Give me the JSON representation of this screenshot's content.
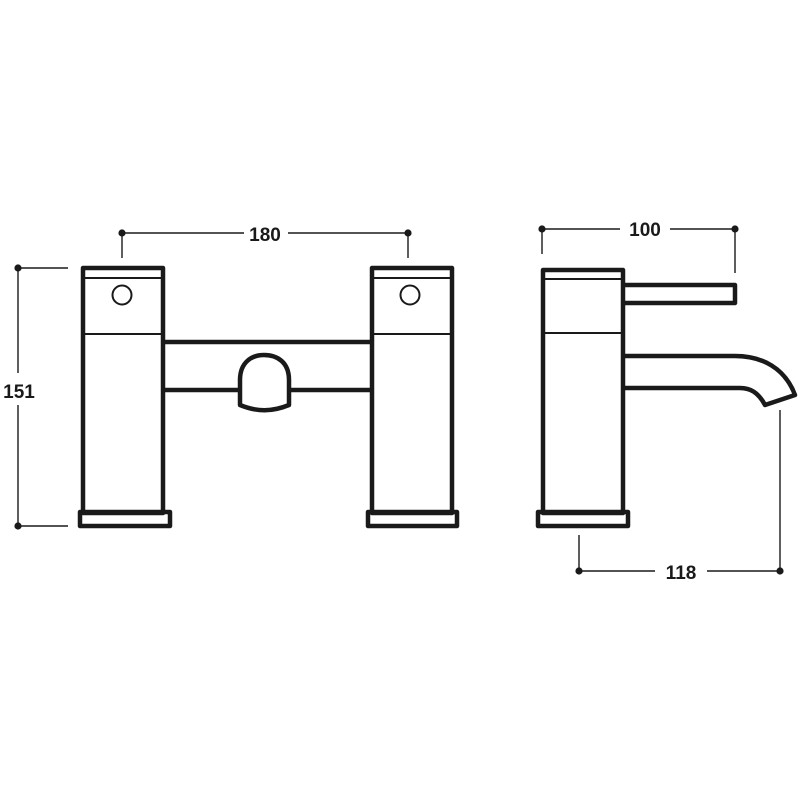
{
  "drawing": {
    "title": "Bath filler tap dimension drawing",
    "units": "mm",
    "line_color": "#1a1a1a",
    "background": "#ffffff"
  },
  "dimensions": {
    "width_between_centres": "180",
    "overall_height": "151",
    "handle_projection": "100",
    "spout_projection": "118"
  },
  "views": {
    "front": "front-elevation",
    "side": "side-elevation"
  }
}
